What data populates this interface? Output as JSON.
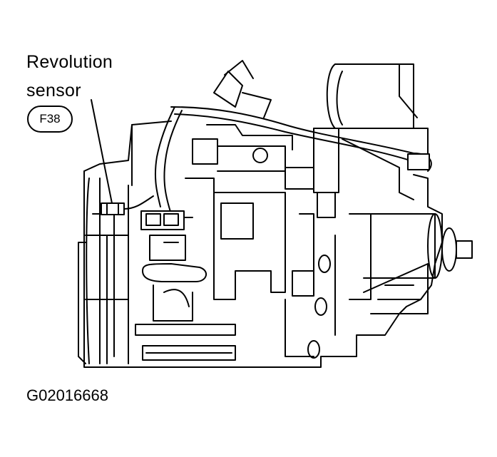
{
  "callout": {
    "label_line1": "Revolution",
    "label_line2": "sensor",
    "connector_code": "F38"
  },
  "figure_id": "G02016668"
}
